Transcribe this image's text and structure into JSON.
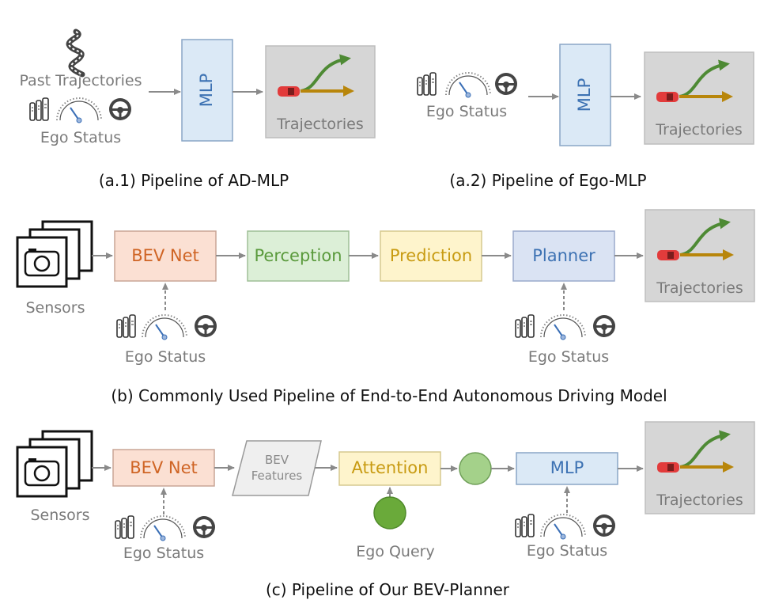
{
  "colors": {
    "arrow": "#8a8a8a",
    "bev_fill": "#fbe0d3",
    "bev_stroke": "#c9a596",
    "bev_text": "#cf6424",
    "perception_fill": "#dcefd7",
    "perception_stroke": "#9fbf97",
    "perception_text": "#5a9a3c",
    "prediction_fill": "#fef4cc",
    "prediction_stroke": "#d6c98f",
    "prediction_text": "#c89b12",
    "planner_fill": "#dae3f3",
    "planner_stroke": "#9aaacc",
    "planner_text": "#3d72b3",
    "mlp_fill": "#dbe9f6",
    "mlp_stroke": "#8aa6c6",
    "traj_fill": "#d6d6d6",
    "traj_stroke": "#bdbdbd",
    "green_arrow": "#4e8a34",
    "gold_arrow": "#b8860b",
    "car": "#e23b3b",
    "query_dark": "#6aaa3a",
    "query_light": "#a4d18a",
    "features_fill": "#efefef"
  },
  "icons": {
    "road": "winding-road-icon",
    "pedals": "pedals-icon",
    "speedometer": "speedometer-icon",
    "steering": "steering-wheel-icon",
    "camera": "camera-icon",
    "car": "car-icon"
  },
  "panel_a1": {
    "input_label": "Past Trajectories",
    "ego_label": "Ego Status",
    "mlp_label": "MLP",
    "output_label": "Trajectories",
    "caption": "(a.1) Pipeline of AD-MLP"
  },
  "panel_a2": {
    "ego_label": "Ego Status",
    "mlp_label": "MLP",
    "output_label": "Trajectories",
    "caption": "(a.2) Pipeline of Ego-MLP"
  },
  "panel_b": {
    "sensors_label": "Sensors",
    "bev_label": "BEV Net",
    "perception_label": "Perception",
    "prediction_label": "Prediction",
    "planner_label": "Planner",
    "output_label": "Trajectories",
    "ego_label_1": "Ego Status",
    "ego_label_2": "Ego Status",
    "caption": "(b) Commonly Used Pipeline of End-to-End Autonomous Driving Model"
  },
  "panel_c": {
    "sensors_label": "Sensors",
    "bev_label": "BEV Net",
    "features_line1": "BEV",
    "features_line2": "Features",
    "attention_label": "Attention",
    "mlp_label": "MLP",
    "output_label": "Trajectories",
    "query_label": "Ego Query",
    "ego_label_1": "Ego Status",
    "ego_label_2": "Ego Status",
    "caption": "(c) Pipeline of Our BEV-Planner"
  }
}
